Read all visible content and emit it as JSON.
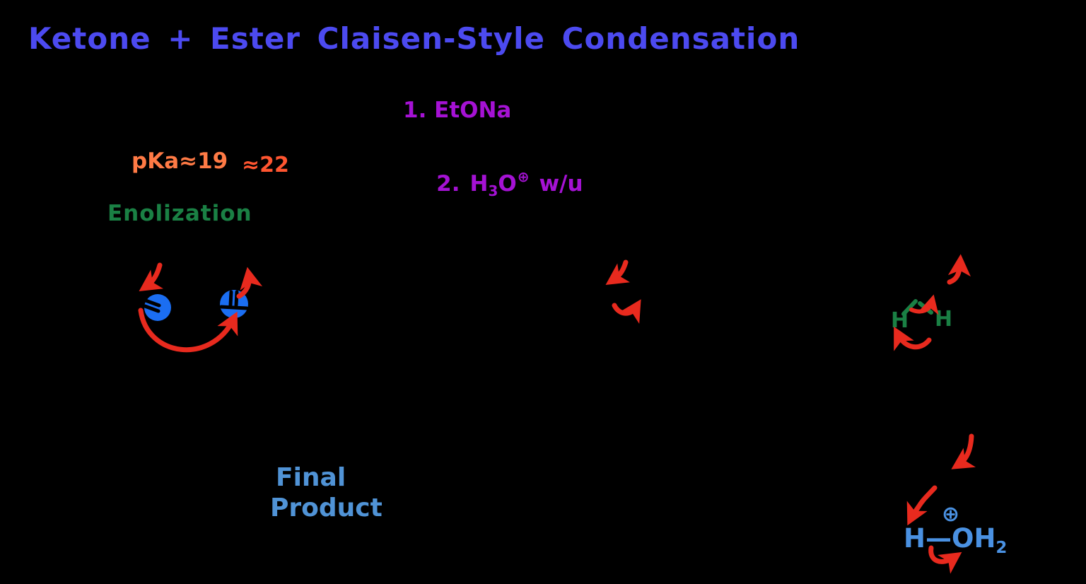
{
  "palette": {
    "background": "#000000",
    "title_blue": "#4c4af0",
    "reagent_magenta": "#a512d4",
    "pka_orange": "#ff7a45",
    "pka_orange_deep": "#ff5530",
    "green": "#1a8044",
    "arrow_red": "#e82a1e",
    "highlight_blue": "#1b6ef2",
    "product_blue": "#5093d6",
    "hydronium_blue": "#4a91e2",
    "structure_black": "#000000"
  },
  "title": {
    "text": "Ketone + Ester Claisen-Style Condensation"
  },
  "reagents": {
    "step1": {
      "text": "1. EtONa"
    },
    "step2": {
      "number": "2.",
      "formula_base": "H",
      "formula_sub": "3",
      "formula_tail": "O",
      "charge": "⊕",
      "note": "w/u"
    }
  },
  "annotations": {
    "pka_ketone": {
      "text": "pKa≈19"
    },
    "pka_ester": {
      "text": "≈22"
    },
    "enolization": {
      "text": "Enolization"
    },
    "final_product": {
      "line1": "Final",
      "line2": "Product"
    }
  },
  "water": {
    "left_h": "H",
    "right_h": "H"
  },
  "leaving_group": {
    "h": "H",
    "bond": "—",
    "o": "O",
    "h2": "H",
    "sub": "2",
    "charge": "⊕"
  }
}
